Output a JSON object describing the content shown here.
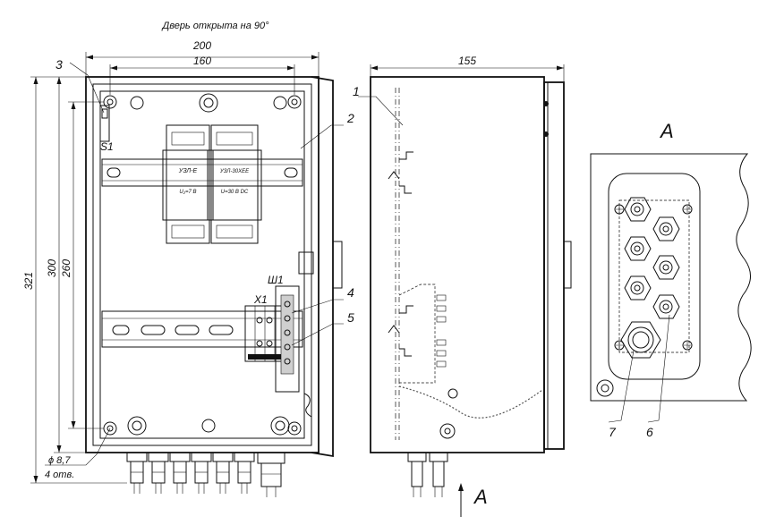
{
  "caption": "Дверь открыта на 90°",
  "front_view": {
    "dim_width_outer": "200",
    "dim_width_inner": "160",
    "dim_height_total": "321",
    "dim_height_outer": "300",
    "dim_height_inner": "260",
    "hole_dia": "ϕ 8,7",
    "hole_count": "4 отв.",
    "switch_label": "S1",
    "connector_label": "Ш1",
    "terminal_label": "X1",
    "device1": {
      "name": "УЗЛ-Е",
      "sub": "U₂=7 В"
    },
    "device2": {
      "name": "УЗЛ-30ХЕЕ",
      "sub": "U=30 В DC"
    },
    "callouts": [
      "3",
      "2",
      "4",
      "5"
    ]
  },
  "side_view": {
    "dim_depth": "155",
    "callout": "1",
    "view_arrow_label": "А"
  },
  "view_a": {
    "title": "А",
    "callouts": [
      "7",
      "6"
    ]
  }
}
